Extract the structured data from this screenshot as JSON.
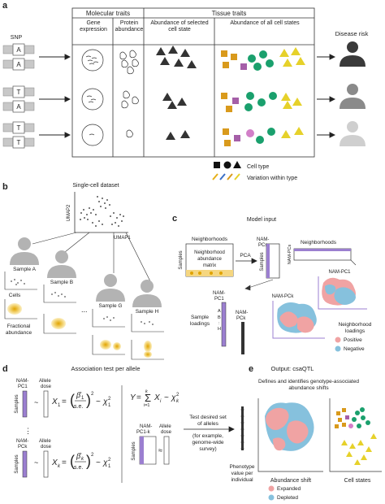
{
  "panels": {
    "a": "a",
    "b": "b",
    "c": "c",
    "d": "d",
    "e": "e"
  },
  "panel_a": {
    "snp": "SNP",
    "alleles": [
      [
        "A",
        "A"
      ],
      [
        "T",
        "A"
      ],
      [
        "T",
        "T"
      ]
    ],
    "molecular_traits": "Molecular traits",
    "tissue_traits": "Tissue traits",
    "gene_expression": "Gene expression",
    "protein_abundance": "Protein abundance",
    "abundance_selected": "Abundance of selected cell state",
    "abundance_all": "Abundance of all cell states",
    "disease_risk": "Disease risk",
    "cell_type": "Cell type",
    "variation_within_type": "Variation within type"
  },
  "panel_b": {
    "single_cell_dataset": "Single-cell dataset",
    "umap2": "UMAP2",
    "umap1": "UMAP1",
    "sample_a": "Sample A",
    "sample_b": "Sample B",
    "sample_g": "Sample G",
    "sample_h": "Sample H",
    "cells": "Cells",
    "fractional_abundance": "Fractional abundance",
    "ellipsis": "..."
  },
  "panel_c": {
    "model_input": "Model input",
    "neighborhoods": "Neighborhoods",
    "neighborhoods2": "Neighborhoods",
    "samples": "Samples",
    "samples2": "Samples",
    "matrix": "Neighborhood abundance matrix",
    "pca": "PCA",
    "nam_pcs_top": "NAM-PCs",
    "nam_pcs_side": "NAM-PCs",
    "nam_pc1_col": "NAM-PC1",
    "nam_pck_col": "NAM-PCk",
    "abh": "A B H",
    "sample_loadings": "Sample loadings",
    "nam_pc1": "NAM-PC1",
    "nam_pck": "NAM-PCk",
    "neighborhood_loadings": "Neighborhood loadings",
    "positive": "Positive",
    "negative": "Negative",
    "colors": {
      "positive": "#f0a3a3",
      "negative": "#86c1dd"
    }
  },
  "panel_d": {
    "title": "Association test per allele",
    "nam_pc1": "NAM-PC1",
    "nam_pck": "NAM-PCk",
    "nam_pc1k": "NAM-PC1-k",
    "allele_dose": "Allele dose",
    "allele_dose2": "Allele dose",
    "allele_dose3": "Allele dose",
    "samples": "Samples",
    "samples2": "Samples",
    "samples3": "Samples",
    "eq1": "X₁ = (β̂₁ / s.e.)² ~ χ₁²",
    "eq2": "X_k = (β̂_k / s.e.)² ~ χ₁²",
    "eq3": "Y = Σᵢ₌₁ᵏ Xᵢ ~ χ_k²",
    "test_desired": "Test desired set of alleles",
    "example": "(for example, genome-wide survey)",
    "tilde": "~",
    "vdots": "⋮"
  },
  "panel_e": {
    "output": "Output: csaQTL",
    "defines": "Defines and identifies genotype-associated abundance shifts",
    "phenotype": "Phenotype value per individual",
    "abundance_shift": "Abundance shift",
    "cell_states": "Cell states",
    "expanded": "Expanded",
    "depleted": "Depleted",
    "colors": {
      "expanded": "#f0a3a3",
      "depleted": "#86c1dd"
    }
  }
}
